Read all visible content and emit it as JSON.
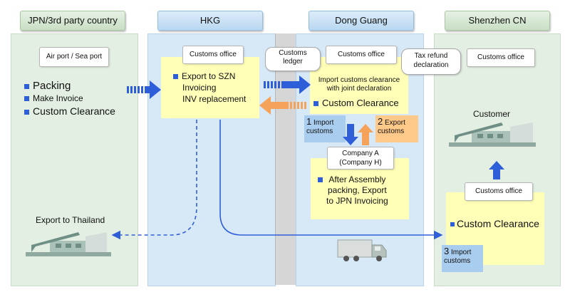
{
  "columns": {
    "jpn": "JPN/3rd  party country",
    "hkg": "HKG",
    "dongguang": "Dong Guang",
    "shenzhen": "Shenzhen CN"
  },
  "jpn": {
    "port_label": "Air port / Sea port",
    "items": [
      "Packing",
      "Make Invoice",
      "Custom Clearance"
    ],
    "export_label": "Export to Thailand"
  },
  "hkg": {
    "customs_office": "Customs office",
    "lines": [
      "Export to SZN",
      "Invoicing",
      "INV replacement"
    ]
  },
  "dg": {
    "customs_ledger": "Customs\nledger",
    "customs_office": "Customs office",
    "tax_refund": "Tax refund\ndeclaration",
    "import_joint": "Import customs clearance\nwith joint declaration",
    "custom_clearance": "Custom Clearance",
    "step1_num": "1",
    "step1_text": "Import\ncustoms",
    "step2_num": "2",
    "step2_text": "Export\ncustoms",
    "company": "Company A\n(Company H)",
    "after_assembly": "After Assembly\npacking, Export\nto JPN Invoicing"
  },
  "szn": {
    "customs_office_top": "Customs office",
    "customer": "Customer",
    "customs_office": "Customs office",
    "custom_clearance": "Custom Clearance",
    "step3_num": "3",
    "step3_text": "Import\ncustoms"
  },
  "colors": {
    "arrow_blue": "#2f5fd8",
    "arrow_orange": "#f5a25a",
    "yellow": "#ffffb8",
    "step_blue": "#a9cdee",
    "step_orange": "#ffc98a"
  }
}
